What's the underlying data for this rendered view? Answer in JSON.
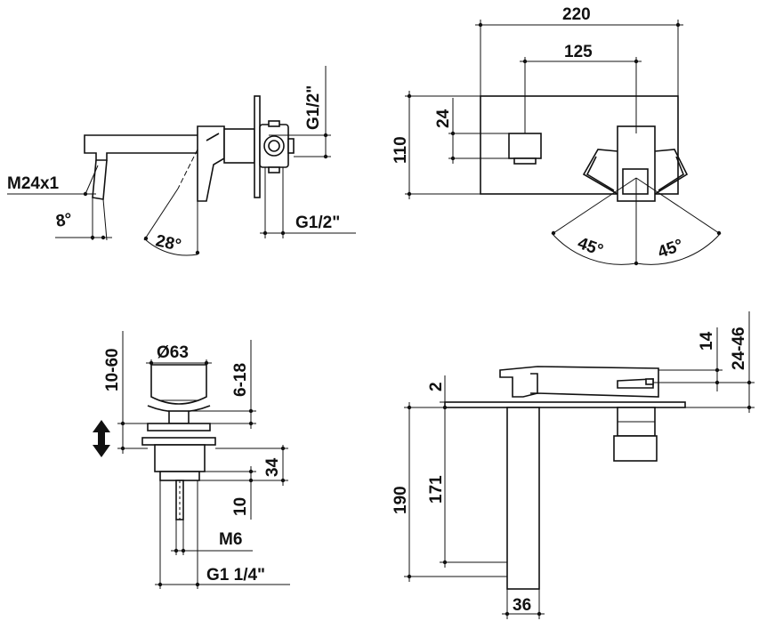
{
  "drawing": {
    "side_view": {
      "thread_label": "M24x1",
      "spout_angle": "8°",
      "lever_angle": "28°",
      "inlet_vertical": "G1/2\"",
      "inlet_horizontal": "G1/2\""
    },
    "top_view": {
      "total_width": "220",
      "spout_offset": "125",
      "height": "110",
      "spout_height": "24",
      "angle_left": "45°",
      "angle_right": "45°"
    },
    "drain_view": {
      "cap_diameter": "Ø63",
      "height_range": "10-60",
      "cap_range": "6-18",
      "body_height": "34",
      "rod_height": "10",
      "rod_thread": "M6",
      "drain_thread": "G1 1/4\""
    },
    "front_view": {
      "offset_14": "14",
      "range_24_46": "24-46",
      "gap": "2",
      "height_190": "190",
      "height_171": "171",
      "width_36": "36"
    }
  }
}
